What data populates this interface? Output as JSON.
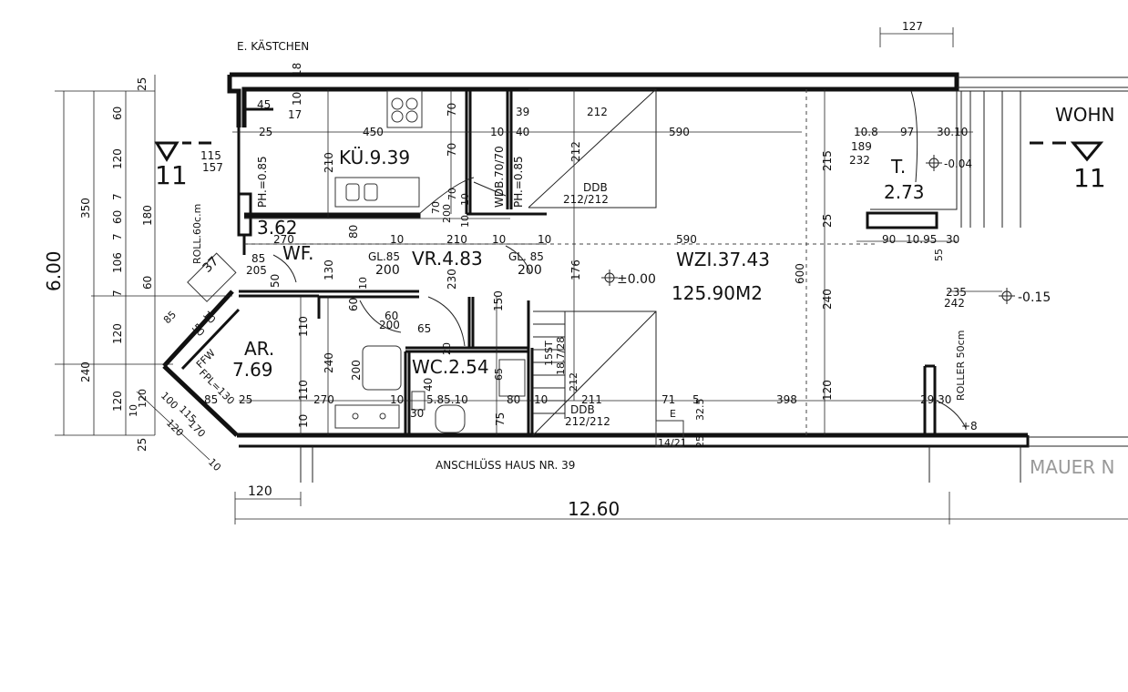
{
  "labels": {
    "e_kaestchen": "E. KÄSTCHEN",
    "wohn": "WOHN",
    "anschluss": "ANSCHLÜSS HAUS NR. 39",
    "mauer": "MAUER N",
    "section_left_num": "11",
    "section_right_num": "11"
  },
  "rooms": {
    "kueche": "KÜ.9.39",
    "windfang_area": "3.62",
    "windfang": "WF.",
    "vorraum": "VR.4.83",
    "wohnzimmer": "WZI.37.43",
    "total_area": "125.90M2",
    "abstell": "AR.",
    "abstell_area": "7.69",
    "wc": "WC.2.54",
    "terrasse": "T.",
    "terrasse_area": "2.73"
  },
  "levels": {
    "main": "±0.00",
    "terrace": "-0.04",
    "outside": "-0.15"
  },
  "notes": {
    "roll": "ROLL.60c.m",
    "roller": "ROLLER 50cm",
    "ph_kitchen": "PH.=0.85",
    "ph_wd": "PH.=0.85",
    "wdb": "WDB.70/70",
    "ddb_top": "DDB",
    "ddb_top_size": "212/212",
    "ddb_bottom": "DDB",
    "ddb_bottom_size": "212/212",
    "gl_left": "GL.85",
    "gl_left_h": "200",
    "gl_right": "GL. 85",
    "gl_right_h": "200",
    "stairs": "15ST",
    "stairs_ratio": "18.7/28",
    "stairs_len": "212",
    "ffw": "FFW",
    "fpl": "FPL=130",
    "e_box": "E",
    "e_box_size": "14/21",
    "plus8": "+8",
    "door_37": "37"
  },
  "dimensions": {
    "d127": "127",
    "d1260": "12.60",
    "d600": "6.00",
    "d120b": "120",
    "d25a": "25",
    "d60a": "60",
    "d120a": "120",
    "d7a": "7",
    "d60b": "60",
    "d7b": "7",
    "d106": "106",
    "d7c": "7",
    "d60c": "60",
    "d120c": "120",
    "d120d": "120",
    "d25b": "25",
    "d350": "350",
    "d240a": "240",
    "d180": "180",
    "d115": "115",
    "d157": "157",
    "d45": "45",
    "d17": "17",
    "d25c": "25",
    "d450": "450",
    "d18": "18",
    "d10a": "10",
    "d70a": "70",
    "d70b": "70",
    "d210a": "210",
    "d39": "39",
    "d212a": "212",
    "d590a": "590",
    "d10b": "10",
    "d40": "40",
    "d212b": "212",
    "d270a": "270",
    "d10c": "10",
    "d210b": "210",
    "d10d": "10",
    "d590b": "590",
    "d10e": "10",
    "d80a": "80",
    "d85a": "85",
    "d205": "205",
    "d50a": "50",
    "d130": "130",
    "d176": "176",
    "d600b": "600",
    "d240b": "240",
    "d215": "215",
    "d25d": "25",
    "d10_8": "10.8",
    "d97": "97",
    "d30_10": "30.10",
    "d189": "189",
    "d232": "232",
    "d90": "90",
    "d10_95": "10.95",
    "d30a": "30",
    "d55": "55",
    "d235": "235",
    "d242": "242",
    "d120e": "120",
    "d60d": "60",
    "d200a": "200",
    "d65a": "65",
    "d150": "150",
    "d230": "230",
    "d60e": "60",
    "d110a": "110",
    "d240c": "240",
    "d200b": "200",
    "d40b": "40",
    "d110b": "110",
    "d10f": "10",
    "d85b": "85",
    "d25e": "25",
    "d270b": "270",
    "d10g": "10",
    "d5_85_10": "5.85.10",
    "d30b": "30",
    "d75": "75",
    "d80b": "80",
    "d10h": "10",
    "d211": "211",
    "d71": "71",
    "d5": "5",
    "d32_5": "32.5",
    "d398": "398",
    "d25f": "25",
    "d29_30": "29.30",
    "d65b": "65",
    "d20": "20",
    "d70c": "70",
    "d200c": "200",
    "d10i": "10",
    "d10j": "10",
    "d70d": "70",
    "d10k": "10",
    "d120f": "120",
    "d10l": "10",
    "d100": "100",
    "d120g": "120",
    "d115b": "115",
    "d170": "170",
    "d10m": "10",
    "d85c": "85",
    "d50b": "50",
    "d10n": "10"
  }
}
